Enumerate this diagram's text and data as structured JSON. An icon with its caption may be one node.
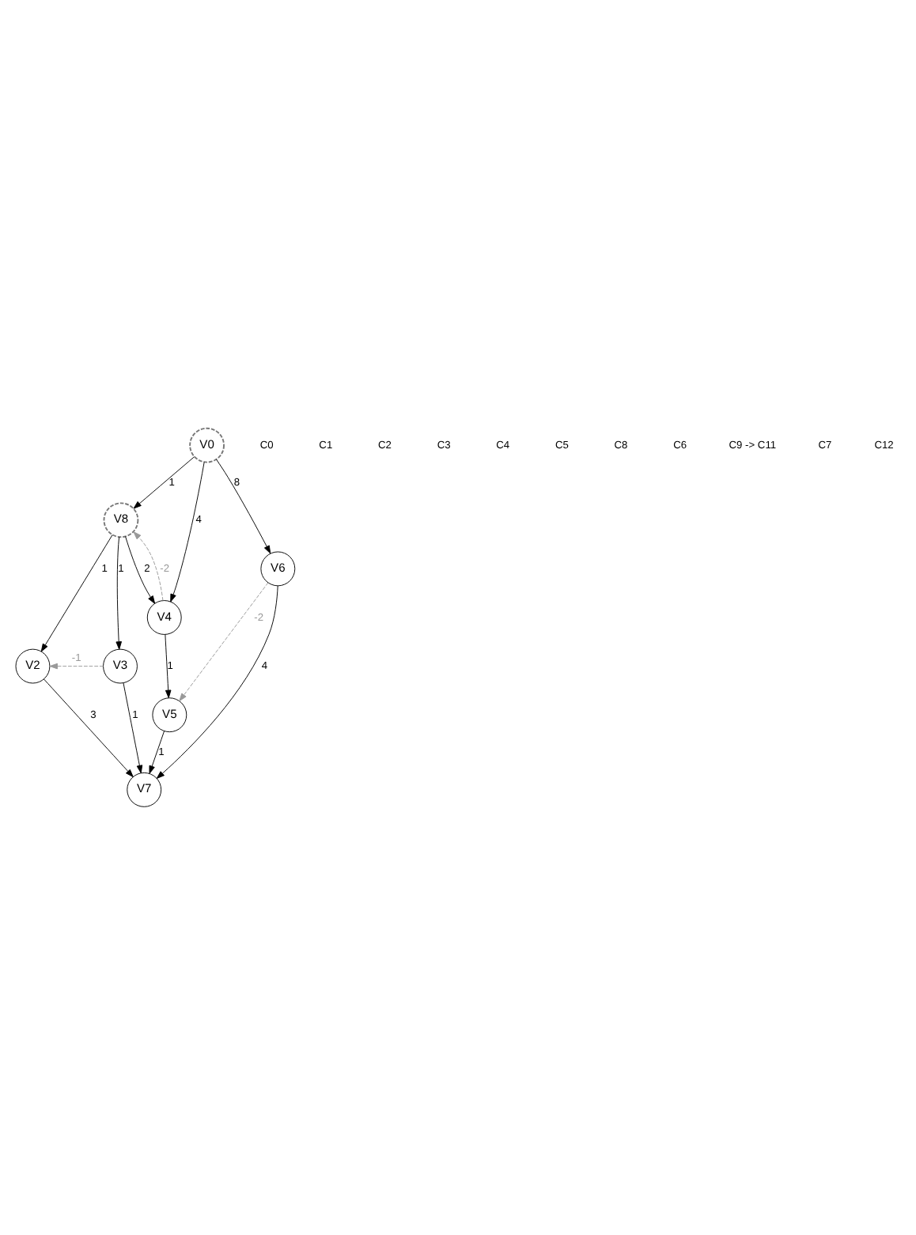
{
  "diagram": {
    "nodes": [
      {
        "text": [
          "V0"
        ]
      },
      {
        "text": [
          "V8"
        ]
      },
      {
        "text": [
          "V4"
        ]
      },
      {
        "text": [
          "V6"
        ]
      },
      {
        "text": [
          "V5"
        ]
      },
      {
        "text": [
          "V2"
        ]
      },
      {
        "text": [
          "V3"
        ]
      },
      {
        "text": [
          "V7"
        ]
      }
    ],
    "edges": [
      {
        "from": 0,
        "to": 1,
        "arrow": "to",
        "label": "1"
      },
      {
        "from": 0,
        "to": 2,
        "arrow": "to",
        "label": "4"
      },
      {
        "from": 0,
        "to": 3,
        "arrow": "to",
        "label": "8"
      },
      {
        "from": 1,
        "to": 2,
        "arrow": "to",
        "label": "2"
      },
      {
        "from": 2,
        "to": 1,
        "arrow": "to",
        "label": "-2",
        "style": "dashed",
        "color": "#999999"
      },
      {
        "from": 1,
        "to": 5,
        "arrow": "to",
        "label": "1"
      },
      {
        "from": 1,
        "to": 6,
        "arrow": "to",
        "label": "1"
      },
      {
        "from": 2,
        "to": 4,
        "arrow": "to",
        "label": "1"
      },
      {
        "from": 3,
        "to": 4,
        "arrow": "to",
        "label": "-2",
        "style": "dashed",
        "color": "#999999"
      },
      {
        "from": 6,
        "to": 5,
        "arrow": "to",
        "label": "-1",
        "style": "dashed",
        "color": "#999999"
      },
      {
        "from": 5,
        "to": 7,
        "arrow": "to",
        "label": "3"
      },
      {
        "from": 6,
        "to": 7,
        "arrow": "to",
        "label": "1"
      },
      {
        "from": 4,
        "to": 7,
        "arrow": "to",
        "label": "1"
      },
      {
        "from": 3,
        "to": 7,
        "arrow": "to",
        "label": "4"
      }
    ],
    "labels": [
      "C0",
      "C1",
      "C2",
      "C3",
      "C4",
      "C5",
      "C8",
      "C6",
      "C9 -> C11",
      "C7",
      "C12"
    ]
  }
}
